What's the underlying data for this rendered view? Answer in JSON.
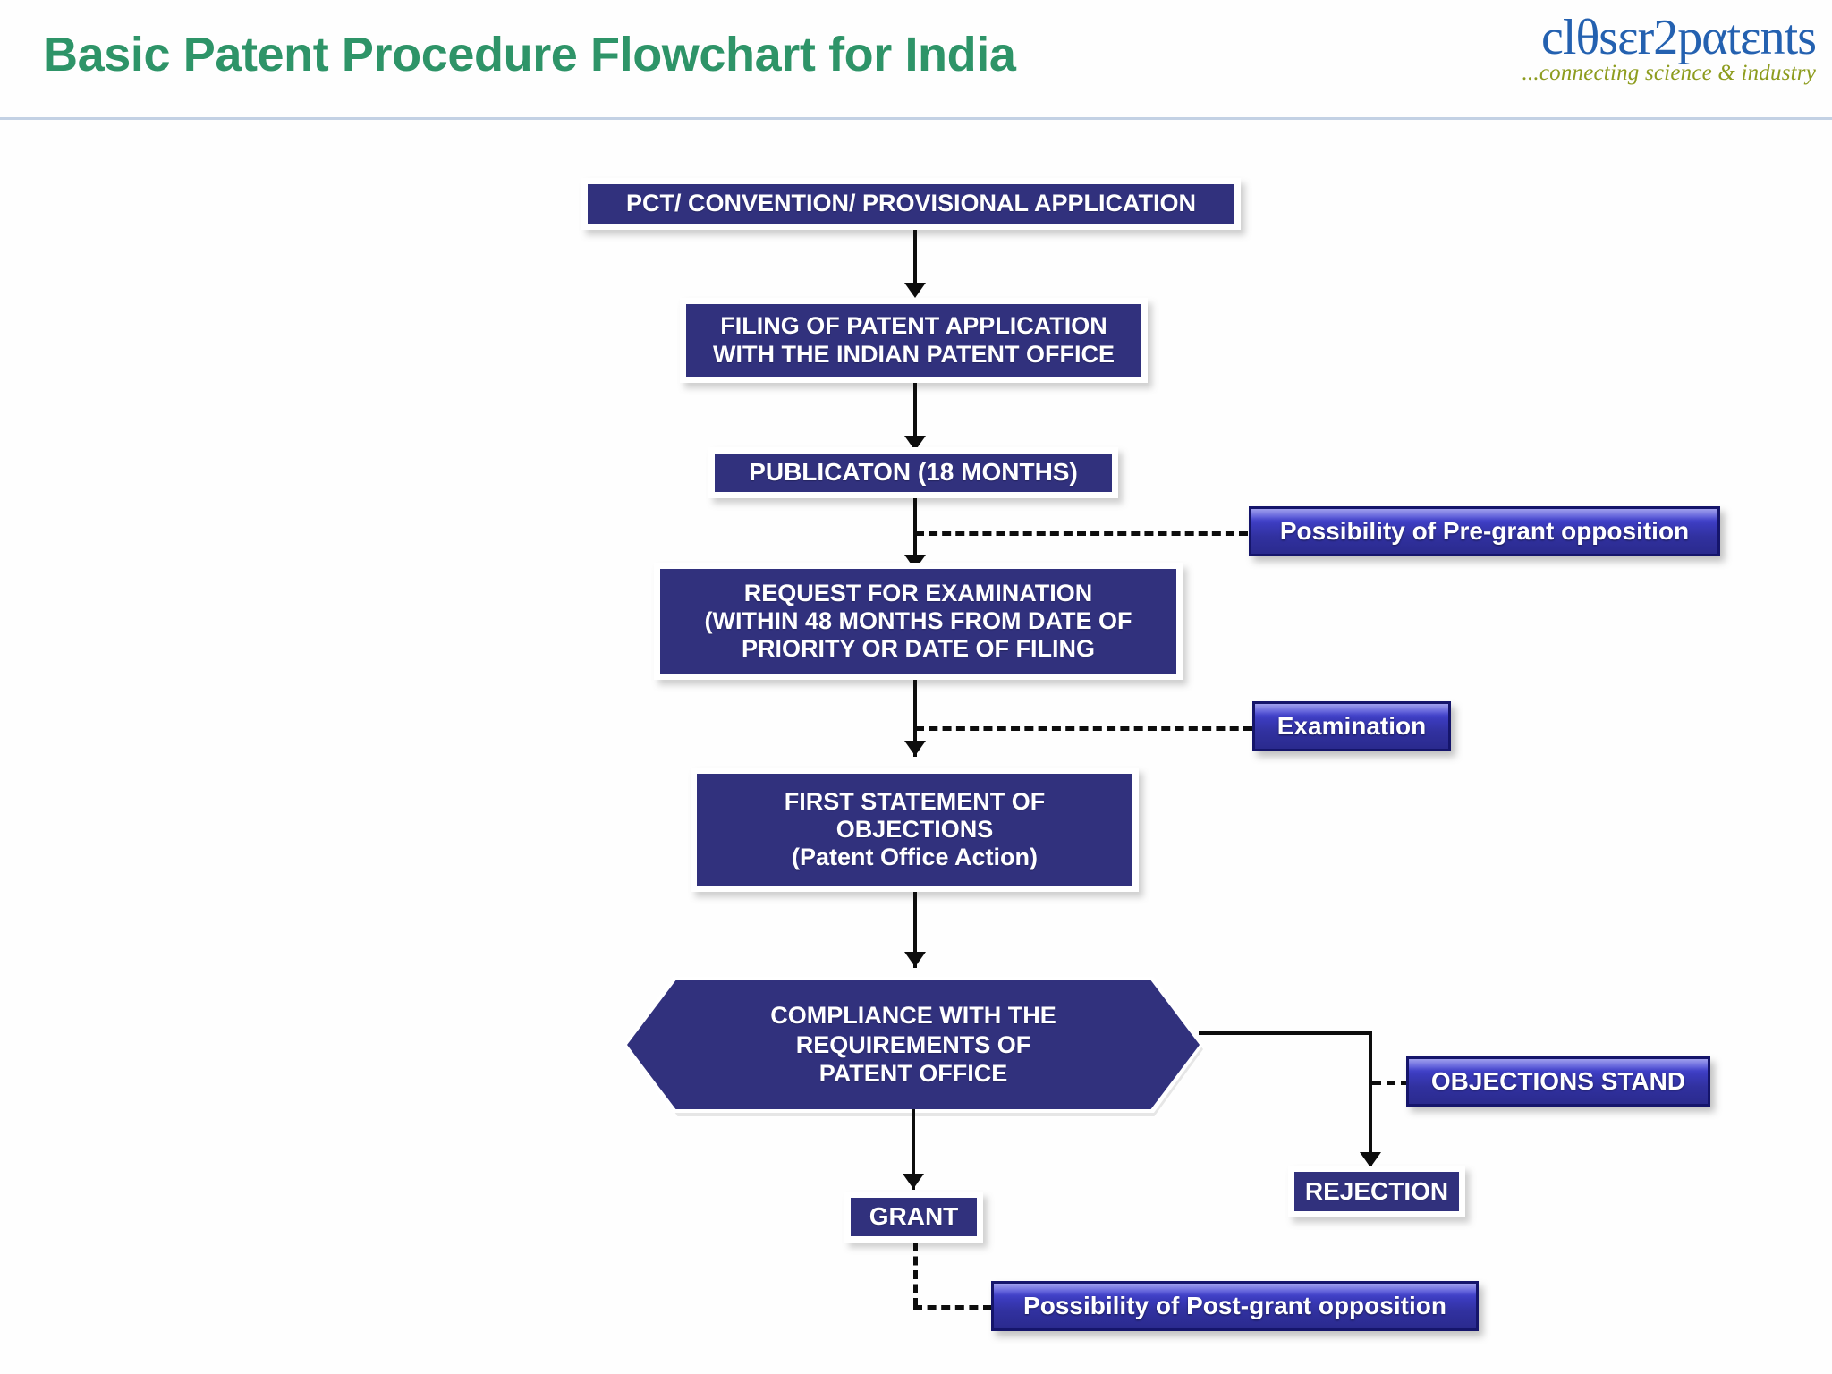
{
  "header": {
    "title": "Basic Patent Procedure Flowchart for India",
    "title_color": "#2e9468",
    "divider_color": "#c3d1e4"
  },
  "logo": {
    "name": "clθsεr2pαtεnts",
    "tagline": "...connecting science & industry",
    "name_color": "#2461b0",
    "tagline_color": "#8d9c1e"
  },
  "theme": {
    "node_fill": "#31317d",
    "node_frame": "#ffffff",
    "chip_border": "#15156b",
    "connector": "#0d0d0d"
  },
  "flow": {
    "nodes": [
      {
        "id": "pct",
        "label": "PCT/ CONVENTION/ PROVISIONAL APPLICATION"
      },
      {
        "id": "filing",
        "label_lines": [
          "FILING OF PATENT APPLICATION",
          "WITH THE INDIAN PATENT OFFICE"
        ]
      },
      {
        "id": "publication",
        "label": "PUBLICATON (18 MONTHS)"
      },
      {
        "id": "request",
        "label_lines": [
          "REQUEST FOR EXAMINATION",
          "(WITHIN 48 MONTHS FROM DATE OF",
          "PRIORITY OR DATE OF FILING"
        ]
      },
      {
        "id": "objections",
        "label_lines": [
          "FIRST STATEMENT OF",
          "OBJECTIONS",
          "(Patent Office Action)"
        ]
      },
      {
        "id": "compliance",
        "label_lines": [
          "COMPLIANCE WITH THE",
          "REQUIREMENTS OF",
          "PATENT OFFICE"
        ],
        "shape": "hexagon"
      },
      {
        "id": "grant",
        "label": "GRANT"
      },
      {
        "id": "rejection",
        "label": "REJECTION"
      }
    ],
    "side_labels": [
      {
        "id": "pre-grant",
        "label": "Possibility of Pre-grant opposition"
      },
      {
        "id": "examination",
        "label": "Examination"
      },
      {
        "id": "obj-stand",
        "label": "OBJECTIONS STAND"
      },
      {
        "id": "post-grant",
        "label": "Possibility of Post-grant opposition"
      }
    ]
  }
}
